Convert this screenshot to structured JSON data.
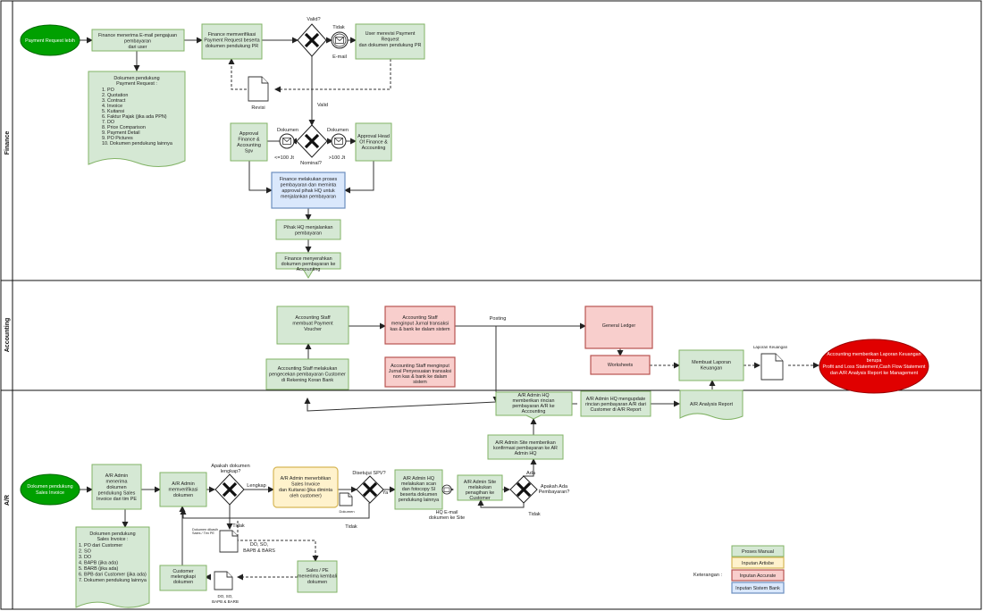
{
  "colors": {
    "manual": "#d5e8d4",
    "artisbe": "#fff2cc",
    "accurate": "#f8cecc",
    "bank": "#dae8fc",
    "event": "#00a000",
    "end": "#e00000"
  },
  "lanes": {
    "finance": "Finance",
    "accounting": "Accounting",
    "ar": "A/R"
  },
  "finance": {
    "start": "Payment Request lebih",
    "receive_email": [
      "Finance menerima E-mail pengajuan",
      "pembayaran",
      "dari user"
    ],
    "supporting_docs": [
      "Dokumen pendukung",
      "Payment Request :",
      "1. PO",
      "2. Quotation",
      "3. Contract",
      "4. Invoice",
      "5. Kuitansi",
      "6. Faktur Pajak (jika ada PPN)",
      "7. DO",
      "8. Price Comparison",
      "9. Payment Detail",
      "9. PO Pictures",
      "10. Dokumen pendukung lainnya"
    ],
    "verify": [
      "Finance memverifikasi",
      "Payment Request beserta",
      "dokumen pendukung PR"
    ],
    "valid_q": "Valid?",
    "tidak": "Tidak",
    "email": "E-mail",
    "user_revise": [
      "User merevisi Payment",
      "Request",
      "dan dokumen pendukung PR"
    ],
    "revisi": "Revisi",
    "valid": "Valid",
    "approval_spv": [
      "Approval",
      "Finance &",
      "Accounting",
      "Spv"
    ],
    "dokumen_left": "Dokumen",
    "le100": "<=100 Jt",
    "nominal": "Nominal?",
    "dokumen_right": "Dokumen",
    "gt100": ">100 Jt",
    "approval_head": [
      "Approval Head",
      "Of Finance &",
      "Accounting"
    ],
    "process_payment": [
      "Finance melakukan proses",
      "pembayaran dan meminta",
      "approval pihak HQ untuk",
      "menjalankan pembayaran"
    ],
    "hq_exec": [
      "Pihak HQ menjalankan",
      "pembayaran"
    ],
    "handover": [
      "Finance menyerahkan",
      "dokumen pembayaran ke",
      "Accounting"
    ]
  },
  "accounting": {
    "payment_voucher": [
      "Accounting Staff",
      "membuat Payment",
      "Voucher"
    ],
    "journal_cash": [
      "Accounting Staff",
      "menginput Jurnal transaksi",
      "kas & bank ke dalam sistem"
    ],
    "posting": "Posting",
    "general_ledger": "General Ledger",
    "worksheets": "Worksheets",
    "journal_adjust": [
      "Accounting Staff menginput",
      "Jurnal Penyesuaian transaksi",
      "non kas & bank ke dalam",
      "sistem"
    ],
    "check_payment": [
      "Accounting Staff melakukan",
      "pengecekan pembayaran Customer",
      "di Rekening Koran Bank"
    ],
    "make_report": [
      "Membuat Laporan",
      "Keuangan"
    ],
    "report_doc": "Laporan Keuangan",
    "end": [
      "Accounting memberikan Laporan Keuangan",
      "berupa",
      "Profit and Loss Statement,Cash Flow Statement",
      "dan A/R Analysis Report ke Management"
    ]
  },
  "ar": {
    "start": [
      "Dokumen pendukung",
      "Sales Invoice"
    ],
    "receive_docs": [
      "A/R Admin",
      "menerima",
      "dokumen",
      "pendukung Sales",
      "Invoice dari tim PE"
    ],
    "supporting_docs": [
      "Dokumen pendukung",
      "Sales Invoice :",
      "1. PO dari Customer",
      "2. SO",
      "3. DO",
      "4. BAPB (jika ada)",
      "5. BARB (jika ada)",
      "6. BPB dari Customer (jika ada)",
      "7. Dokumen pendukung lainnya"
    ],
    "verify": [
      "A/R Admin",
      "memverifikasi",
      "dokumen"
    ],
    "complete_q": [
      "Apakah dokumen",
      "lengkap?"
    ],
    "lengkap": "Lengkap",
    "tidak": "Tidak",
    "customer_doc_small": [
      "Dokumen dikasih",
      "Sales / Tim PE"
    ],
    "do_so_docs": [
      "DO, SO,",
      "BAPB & BARS"
    ],
    "customer_complete": [
      "Customer",
      "melengkapi",
      "dokumen"
    ],
    "do_so_small": [
      "DO, SO,",
      "BAPB & BARB"
    ],
    "sales_receive": [
      "Sales / PE",
      "menerima kembali",
      "dokumen"
    ],
    "create_invoice": [
      "A/R Admin menerbitkan",
      "Sales Invoice",
      "dan Kuitansi (jika diminta",
      "oleh customer)"
    ],
    "dokumen": "Dokumen",
    "spv_q": "Disetujui SPV?",
    "ya": "Ya",
    "hq_scan": [
      "A/R Admin HQ",
      "melakukan scan",
      "dan fotocopy SI",
      "beserta dokumen",
      "pendukung lainnya"
    ],
    "hq_email": [
      "HQ E-mail",
      "dokumen ke Site"
    ],
    "site_collect": [
      "A/R Admin Site",
      "melakukan",
      "penagihan ke",
      "Customer"
    ],
    "paid_q": [
      "Apakah Ada",
      "Pembayaran?"
    ],
    "ada": "Ada",
    "site_confirm": [
      "A/R Admin Site memberikan",
      "konfirmasi pembayaran ke AR",
      "Admin HQ"
    ],
    "hq_details": [
      "A/R Admin HQ",
      "memberikan rincian",
      "pembayaran A/R ke",
      "Accounting"
    ],
    "hq_update": [
      "A/R Admin HQ mengupdate",
      "rincian pembayaran A/R dari",
      "Customer di A/R Report"
    ],
    "ar_report": "A/R Analysis Report"
  },
  "legend": {
    "title": "Keterangan :",
    "items": [
      "Proses Manual",
      "Inputan Artisbe",
      "Inputan Accurate",
      "Inputan Sistem Bank"
    ]
  }
}
